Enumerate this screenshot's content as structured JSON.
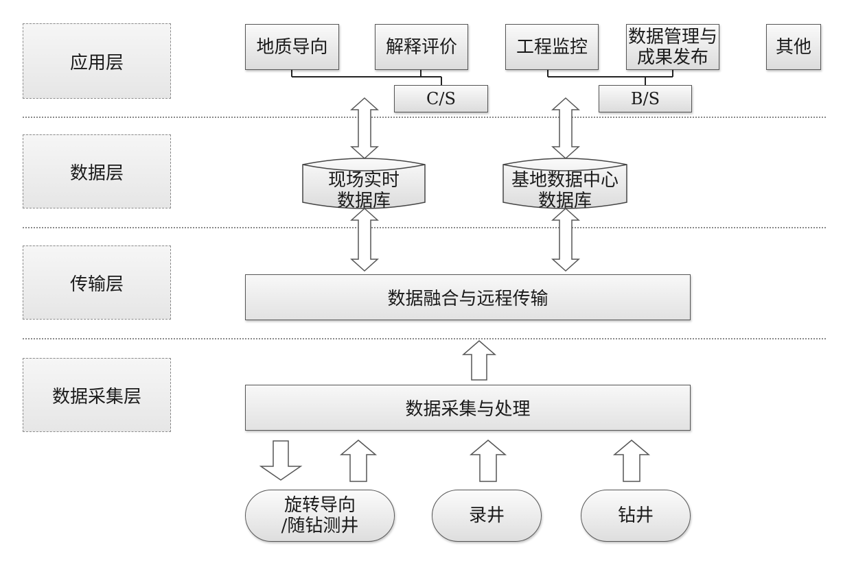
{
  "layers": {
    "application": "应用层",
    "data": "数据层",
    "transport": "传输层",
    "acquisition": "数据采集层"
  },
  "apps": {
    "geosteering": "地质导向",
    "interpretation": "解释评价",
    "engineering": "工程监控",
    "data_management": "数据管理与\n成果发布",
    "other": "其他"
  },
  "protocols": {
    "cs": "C/S",
    "bs": "B/S"
  },
  "databases": {
    "field": "现场实时\n数据库",
    "base": "基地数据中心\n数据库"
  },
  "transport_bar": "数据融合与远程传输",
  "acquisition_bar": "数据采集与处理",
  "sources": {
    "rotary": "旋转导向\n/随钻测井",
    "logging": "录井",
    "drilling": "钻井"
  }
}
